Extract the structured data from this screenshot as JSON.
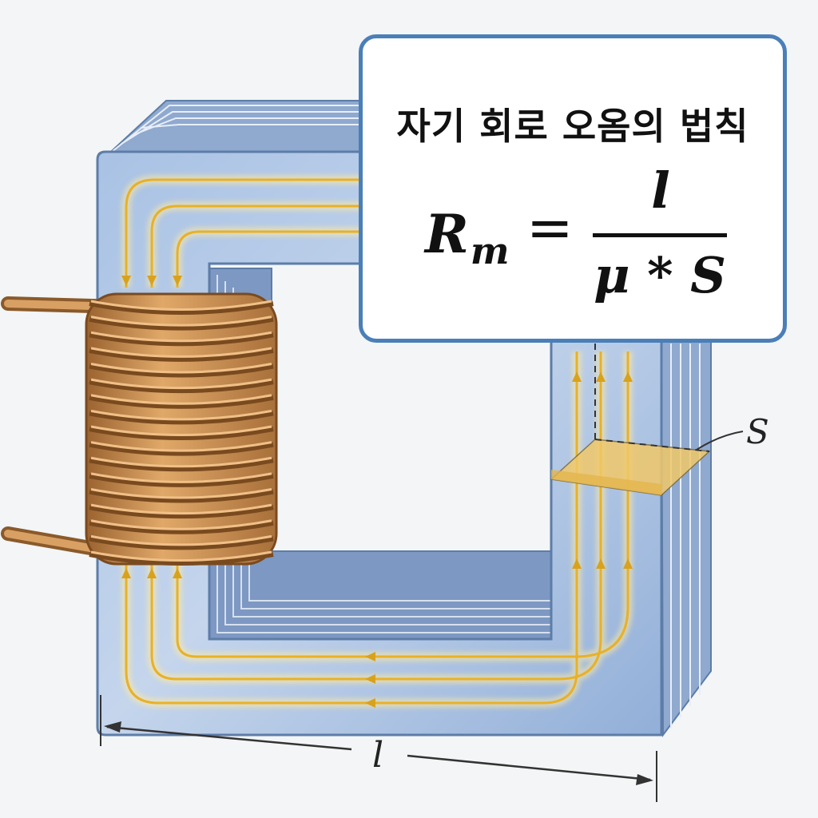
{
  "formula_box": {
    "title": "자기 회로 오옴의 법칙",
    "lhs": "R",
    "lhs_subscript": "m",
    "equals": "=",
    "numerator": "l",
    "denominator": "μ * S"
  },
  "labels": {
    "length": "l",
    "cross_section": "S"
  },
  "colors": {
    "core_fill": "#9fb9dd",
    "core_edge": "#5d7da8",
    "flux_line": "#f2c12e",
    "coil": "#c98b4a",
    "cross_section": "#f0c86a",
    "box_border": "#4a7fb8"
  }
}
